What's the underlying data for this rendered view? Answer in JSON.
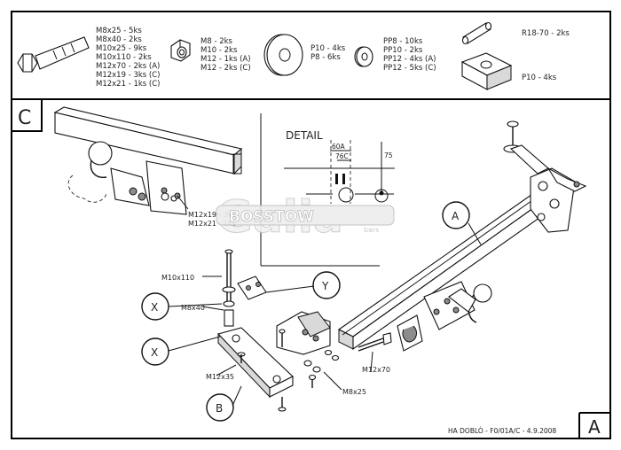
{
  "header": {
    "bolts_list": [
      "M8x25 - 5ks",
      "M8x40 - 2ks",
      "M10x25 - 9ks",
      "M10x110 - 2ks",
      "M12x70 - 2ks (A)",
      "M12x19 - 3ks (C)",
      "M12x21 - 1ks (C)"
    ],
    "nuts_list": [
      "M8 - 2ks",
      "M10 - 2ks",
      "M12 - 1ks (A)",
      "M12 - 2ks (C)"
    ],
    "washers_list": [
      "P10 - 4ks",
      "P8 - 6ks"
    ],
    "spring_washers_list": [
      "PP8 - 10ks",
      "PP10 - 2ks",
      "PP12 - 4ks (A)",
      "PP12 - 5ks (C)"
    ],
    "tube_label": "R18-70 - 2ks",
    "plate_label": "P10 - 4ks"
  },
  "section_c": {
    "letter": "C",
    "callout_lines": [
      "M12x19 - 3ks",
      "M12x21 - 1ks"
    ]
  },
  "detail": {
    "title": "DETAIL",
    "dim_a": "60A",
    "dim_c": "76C",
    "dim_v": "75"
  },
  "watermark": {
    "brand": "Galia",
    "ribbon": "BOSSTOW",
    "sub": "bars"
  },
  "assembly": {
    "callouts": {
      "a": "A",
      "b": "B",
      "x1": "X",
      "x2": "X",
      "y": "Y"
    },
    "bolt_labels": {
      "m10x110": "M10x110",
      "m8x40": "M8x40",
      "m12x35": "M12x35",
      "m12x70": "M12x70",
      "m8x25": "M8x25"
    }
  },
  "footer": {
    "title_block": "HA DOBLÒ - F0/01A/C - 4.9.2008",
    "sheet_letter": "A"
  }
}
